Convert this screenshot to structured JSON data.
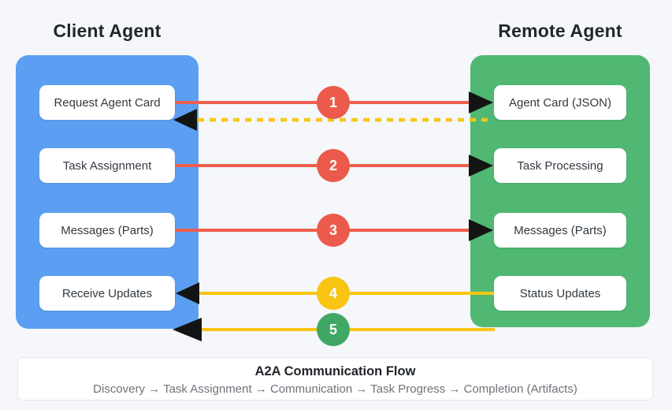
{
  "diagram": {
    "client": {
      "title": "Client Agent",
      "boxes": [
        "Request Agent Card",
        "Task Assignment",
        "Messages (Parts)",
        "Receive Updates"
      ]
    },
    "remote": {
      "title": "Remote Agent",
      "boxes": [
        "Agent Card (JSON)",
        "Task Processing",
        "Messages (Parts)",
        "Status Updates"
      ]
    },
    "steps": [
      "1",
      "2",
      "3",
      "4",
      "5"
    ],
    "footer": {
      "title": "A2A Communication Flow",
      "subtitle": "Discovery → Task Assignment → Communication → Task Progress → Completion (Artifacts)"
    },
    "colors": {
      "background": "#f5f7fa",
      "client_panel_blue": "#5c9ff2",
      "remote_panel_green": "#50b873",
      "step_red": "#eb5a4b",
      "line_red": "#ee5f4e",
      "step_yellow": "#f9c513",
      "line_yellow": "#f9c513",
      "dashed_return_yellow": "#f9c513",
      "step_green": "#3ea864",
      "arrow_black": "#141414",
      "node_white": "#ffffff"
    }
  }
}
